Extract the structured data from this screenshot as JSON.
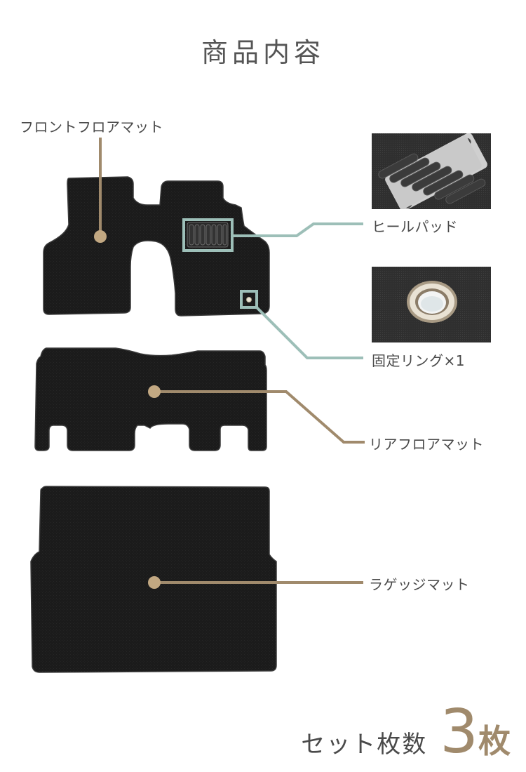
{
  "page": {
    "title": "商品内容",
    "accent_color": "#a08a6c",
    "callout_color": "#9dbfb8",
    "text_color": "#4a4a4a"
  },
  "items": {
    "front_mat": {
      "label": "フロントフロアマット"
    },
    "heel_pad": {
      "label": "ヒールパッド"
    },
    "fixing_ring": {
      "label": "固定リング×1"
    },
    "rear_mat": {
      "label": "リアフロアマット"
    },
    "luggage_mat": {
      "label": "ラゲッジマット"
    }
  },
  "summary": {
    "label": "セット枚数",
    "count": "3",
    "unit": "枚"
  }
}
